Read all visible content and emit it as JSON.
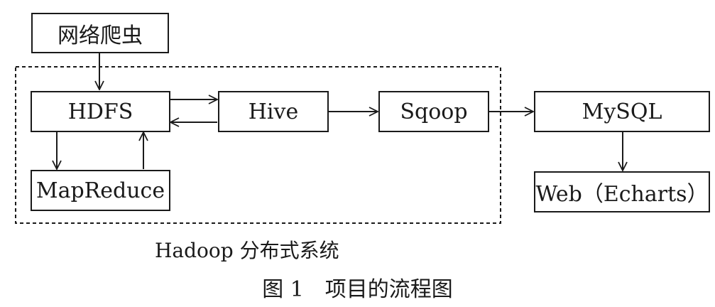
{
  "nodes": {
    "crawler": "网络爬虫",
    "hdfs": "HDFS",
    "hive": "Hive",
    "sqoop": "Sqoop",
    "mysql": "MySQL",
    "mapreduce": "MapReduce",
    "web": "Web（Echarts）"
  },
  "group_label": "Hadoop 分布式系统",
  "caption": "图 1　项目的流程图"
}
